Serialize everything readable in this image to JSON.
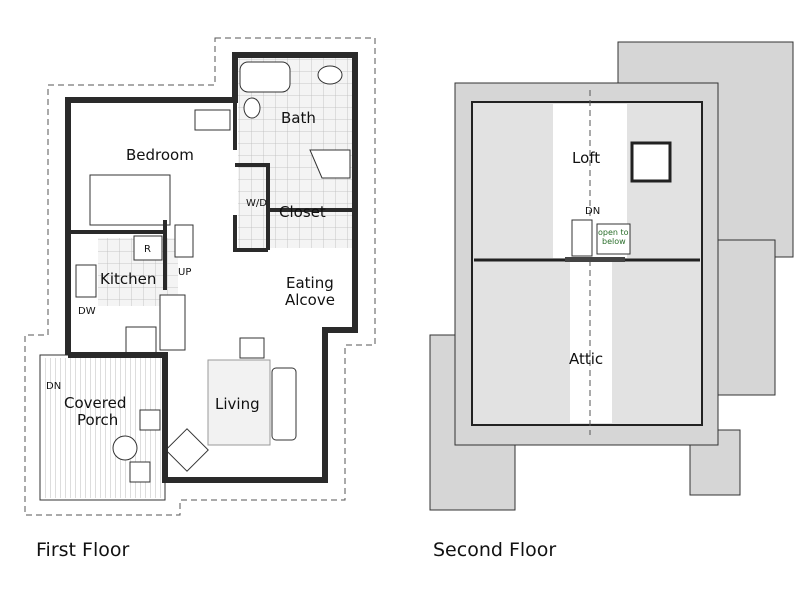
{
  "first_floor": {
    "caption": "First Floor",
    "rooms": {
      "bath": "Bath",
      "bedroom": "Bedroom",
      "washer_dryer": "W/D",
      "closet": "Closet",
      "refrigerator": "R",
      "kitchen": "Kitchen",
      "stairs_up": "UP",
      "eating_alcove_line1": "Eating",
      "eating_alcove_line2": "Alcove",
      "dishwasher": "DW",
      "stairs_down": "DN",
      "porch_line1": "Covered",
      "porch_line2": "Porch",
      "living": "Living"
    }
  },
  "second_floor": {
    "caption": "Second Floor",
    "rooms": {
      "loft": "Loft",
      "stairs_down": "DN",
      "open_line1": "open to",
      "open_line2": "below",
      "attic": "Attic"
    }
  },
  "colors": {
    "wall": "#2a2a2a",
    "roof": "#d6d6d6",
    "note": "#2a6e2a"
  }
}
